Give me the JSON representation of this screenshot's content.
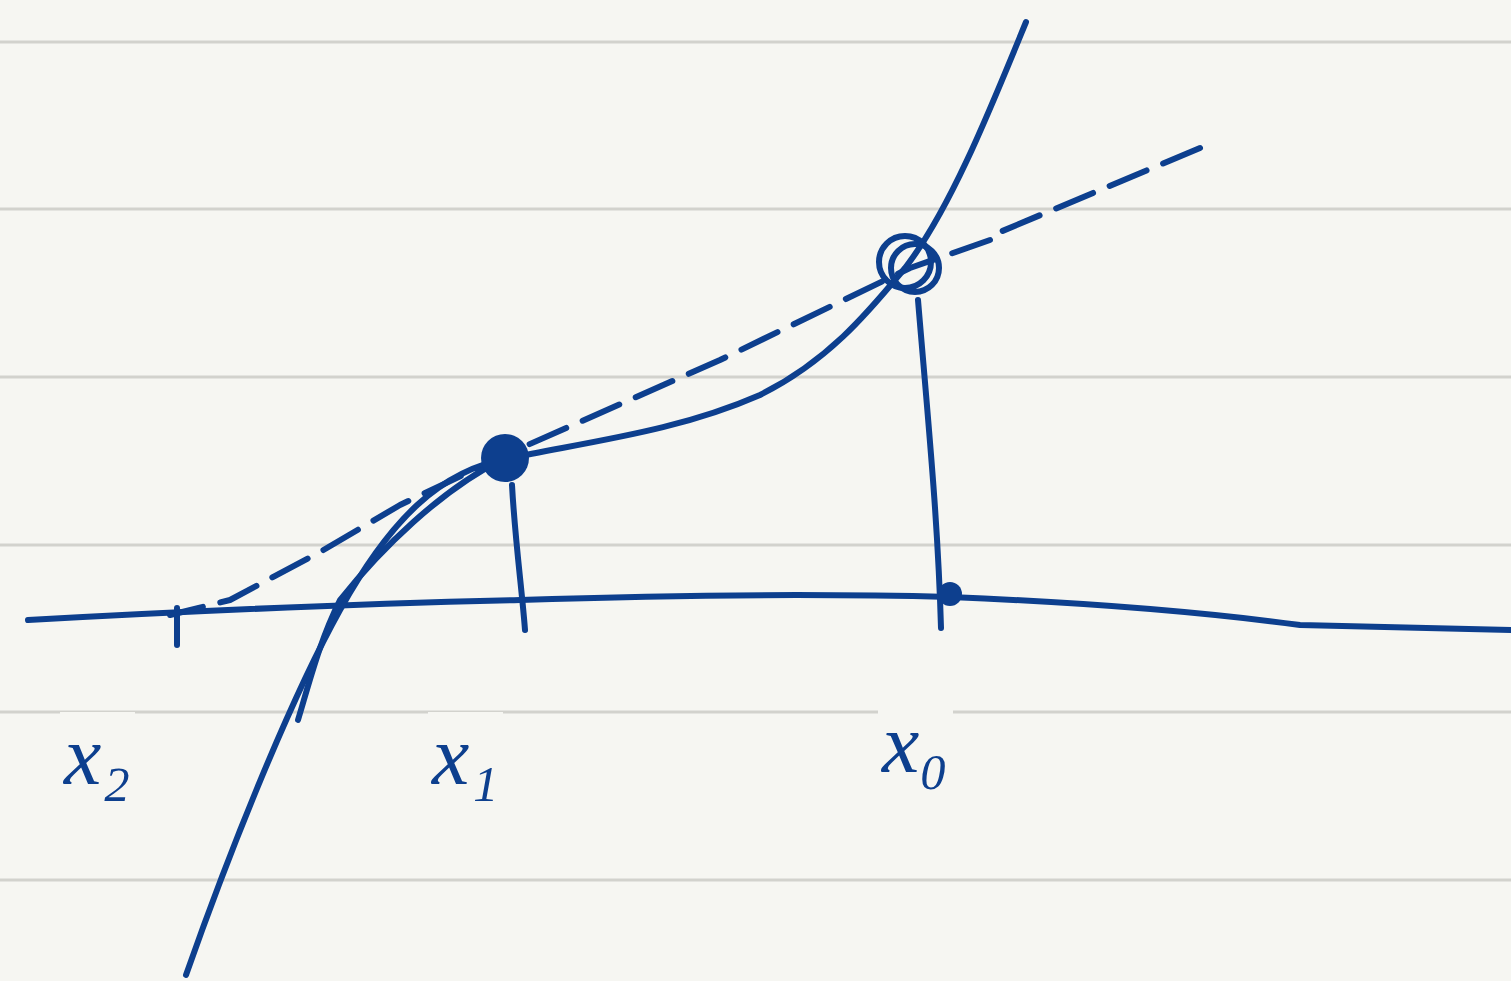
{
  "diagram": {
    "labels": [
      "x₂",
      "x₁",
      "x₀"
    ]
  }
}
